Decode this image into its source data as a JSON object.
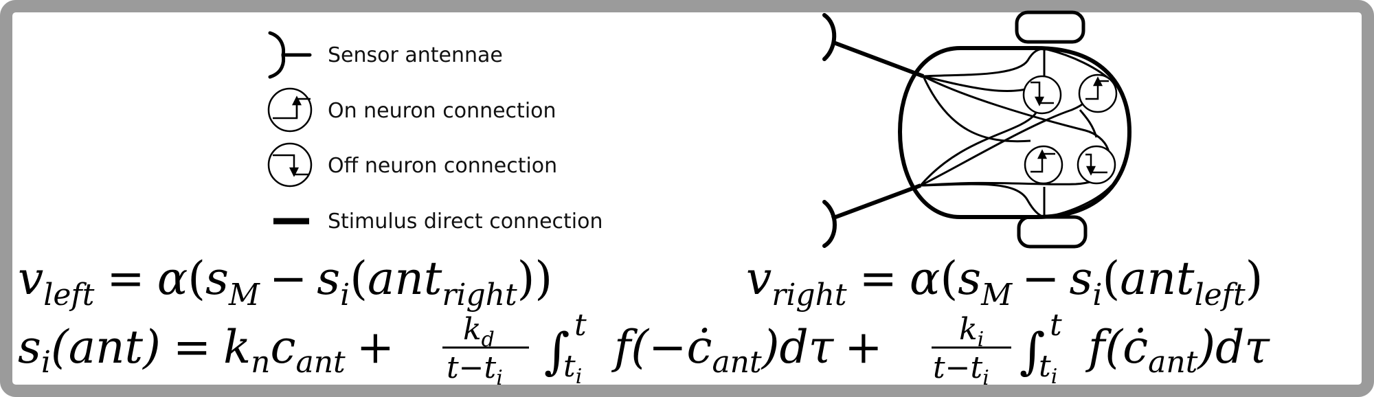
{
  "legend": {
    "sensor": "Sensor antennae",
    "on": "On neuron connection",
    "off": "Off neuron connection",
    "stimulus": "Stimulus direct connection"
  },
  "equations": {
    "v_left": {
      "v": "v",
      "v_sub": "left",
      "eq": "=",
      "alpha": "α",
      "open": "(",
      "s": "s",
      "s_sub": "M",
      "minus": "−",
      "si": "s",
      "si_sub": "i",
      "open2": "(",
      "ant": "ant",
      "ant_sub": "right",
      "close": "))"
    },
    "v_right": {
      "v": "v",
      "v_sub": "right",
      "eq": "=",
      "alpha": "α",
      "open": "(",
      "s": "s",
      "s_sub": "M",
      "minus": "−",
      "si": "s",
      "si_sub": "i",
      "open2": "(",
      "ant": "ant",
      "ant_sub": "left",
      "close": ")"
    },
    "s_i": {
      "lhs": "s",
      "lhs_sub": "i",
      "lhs_arg": "(ant)",
      "eq": "=",
      "kn": "k",
      "kn_sub": "n",
      "c": "c",
      "c_sub": "ant",
      "plus1": "+",
      "frac1_num": "k",
      "frac1_num_sub": "d",
      "frac1_den": "t−t",
      "frac1_den_sub": "i",
      "int1_sym": "∫",
      "int1_upper": "t",
      "int1_lower": "t",
      "int1_lower_sub": "i",
      "int1_body": "f(−ċ",
      "int1_body_sub": "ant",
      "int1_tail": ")dτ",
      "plus2": "+",
      "frac2_num": "k",
      "frac2_num_sub": "i",
      "frac2_den": "t−t",
      "frac2_den_sub": "i",
      "int2_sym": "∫",
      "int2_upper": "t",
      "int2_lower": "t",
      "int2_lower_sub": "i",
      "int2_body": "f(ċ",
      "int2_body_sub": "ant",
      "int2_tail": ")dτ"
    }
  }
}
